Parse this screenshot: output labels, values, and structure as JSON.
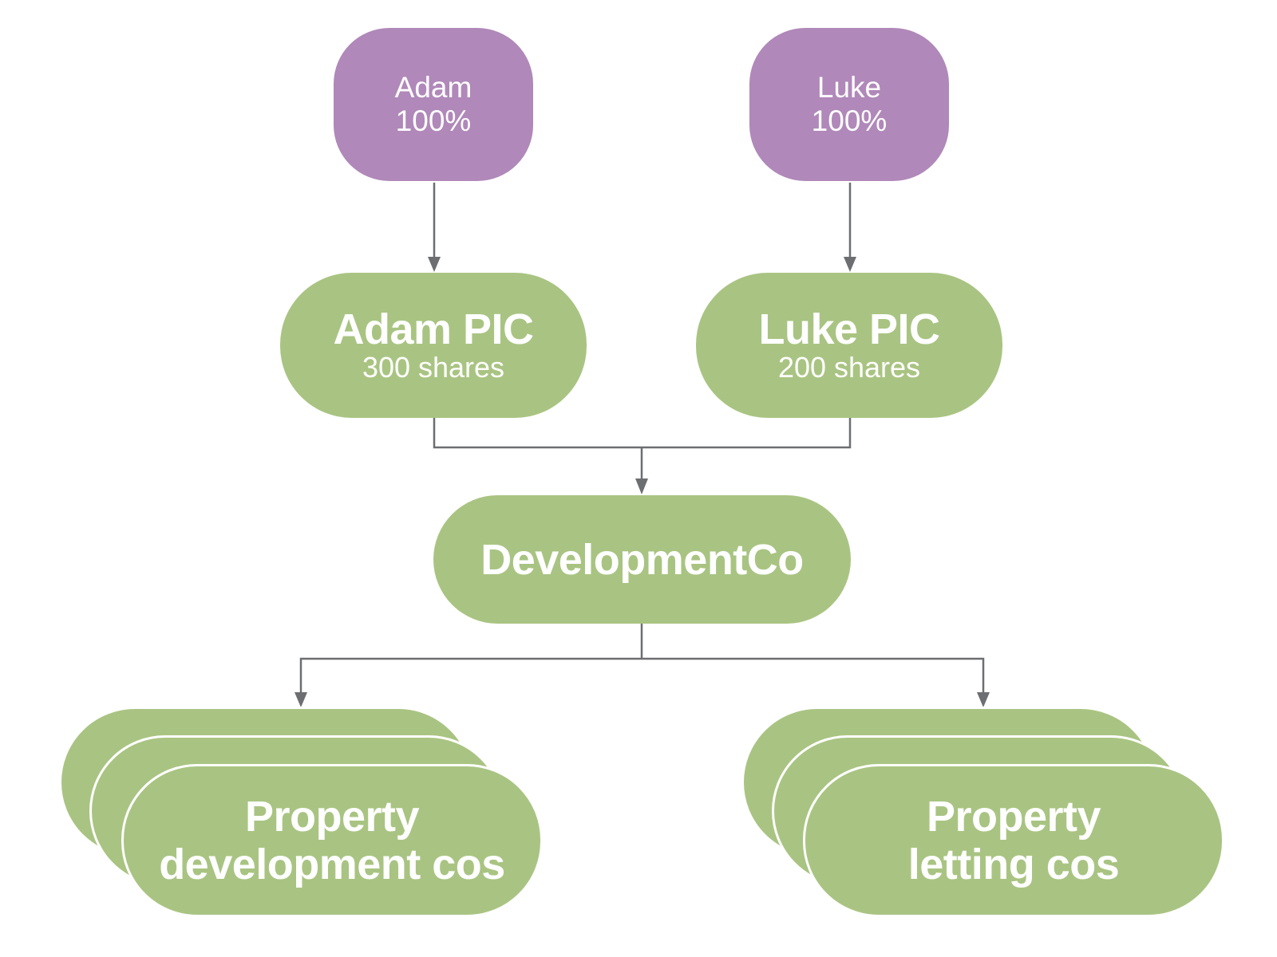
{
  "diagram": {
    "title": "",
    "colors": {
      "person": "#b088b9",
      "company": "#a9c482",
      "connector": "#6d6e71",
      "text": "#ffffff"
    },
    "owners": [
      {
        "name": "Adam",
        "stake": "100%"
      },
      {
        "name": "Luke",
        "stake": "100%"
      }
    ],
    "holding_companies": [
      {
        "name": "Adam PIC",
        "shares": "300 shares"
      },
      {
        "name": "Luke PIC",
        "shares": "200 shares"
      }
    ],
    "parent": {
      "name": "DevelopmentCo"
    },
    "subsidiaries": [
      {
        "line1": "Property",
        "line2": "development cos",
        "stacked": true
      },
      {
        "line1": "Property",
        "line2": "letting cos",
        "stacked": true
      }
    ],
    "edges": [
      {
        "from": "Adam",
        "to": "Adam PIC"
      },
      {
        "from": "Luke",
        "to": "Luke PIC"
      },
      {
        "from": "Adam PIC",
        "to": "DevelopmentCo"
      },
      {
        "from": "Luke PIC",
        "to": "DevelopmentCo"
      },
      {
        "from": "DevelopmentCo",
        "to": "Property development cos"
      },
      {
        "from": "DevelopmentCo",
        "to": "Property letting cos"
      }
    ]
  }
}
